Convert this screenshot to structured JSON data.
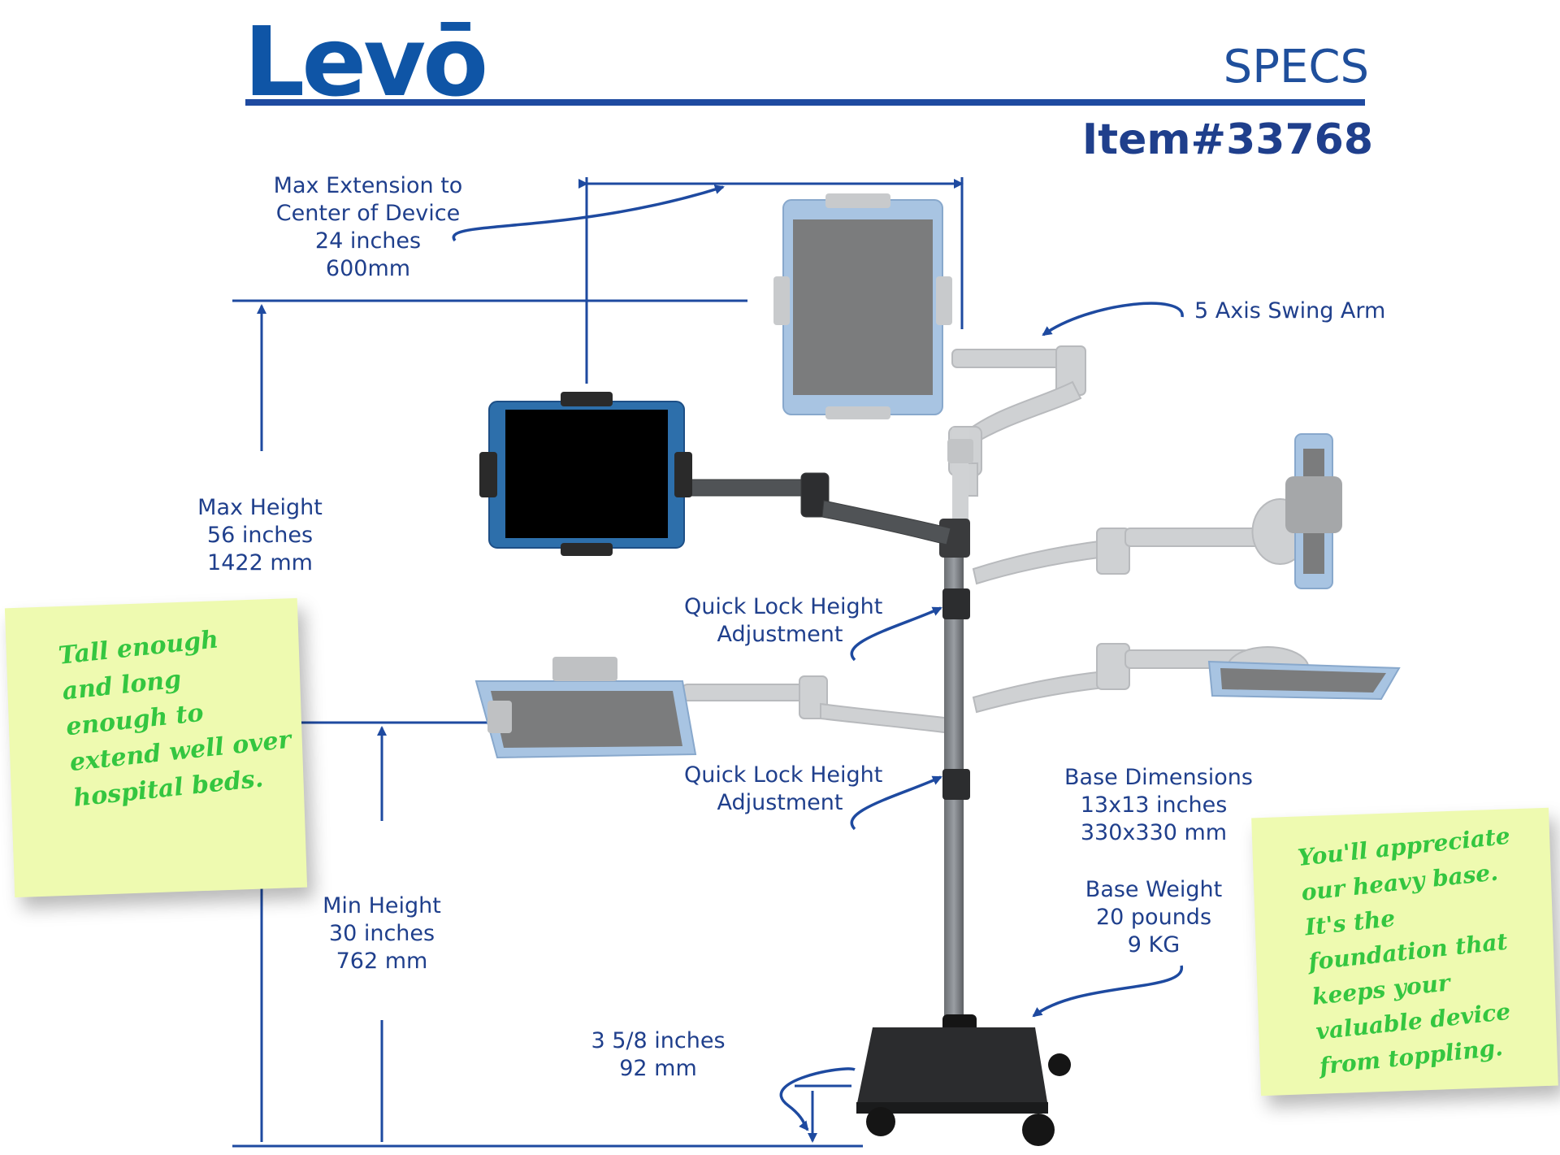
{
  "header": {
    "brand": "Levō",
    "page_label": "SPECS",
    "item_number": "Item#33768"
  },
  "labels": {
    "max_extension": [
      "Max Extension to",
      "Center of Device",
      "24 inches",
      "600mm"
    ],
    "swing_arm": "5 Axis Swing Arm",
    "max_height": [
      "Max Height",
      "56 inches",
      "1422 mm"
    ],
    "quick_lock_upper": [
      "Quick Lock Height",
      "Adjustment"
    ],
    "quick_lock_lower": [
      "Quick Lock Height",
      "Adjustment"
    ],
    "min_height": [
      "Min Height",
      "30 inches",
      "762 mm"
    ],
    "base_dimensions": [
      "Base Dimensions",
      "13x13 inches",
      "330x330 mm"
    ],
    "base_weight": [
      "Base Weight",
      "20 pounds",
      "9 KG"
    ],
    "clearance": [
      "3 5/8 inches",
      "92 mm"
    ]
  },
  "notes": {
    "left": [
      "Tall enough",
      "and long",
      "enough to",
      "extend well over",
      "hospital beds."
    ],
    "right": [
      "You'll appreciate",
      "our heavy base.",
      "It's the",
      "foundation that",
      "keeps your",
      "valuable device",
      "from toppling."
    ]
  },
  "colors": {
    "brand_blue": "#0f55a6",
    "line_blue": "#1e4aa0",
    "note_yellow": "#eefab0",
    "note_green": "#34c640"
  }
}
